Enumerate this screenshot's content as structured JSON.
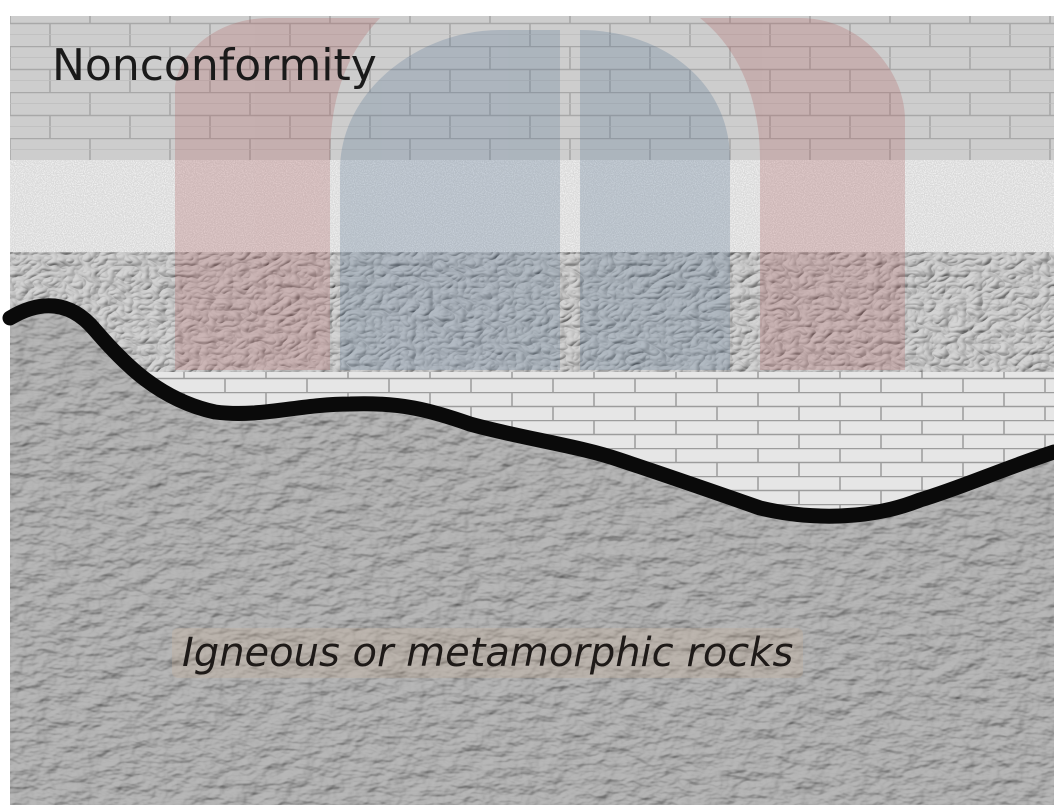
{
  "title": "Nonconformity",
  "labels": {
    "basement": "Igneous or metamorphic rocks"
  },
  "layers": [
    {
      "id": "upper-limestone",
      "pattern": "brick"
    },
    {
      "id": "sandstone",
      "pattern": "speckled"
    },
    {
      "id": "shale",
      "pattern": "crinkled"
    },
    {
      "id": "lower-limestone",
      "pattern": "brick"
    },
    {
      "id": "basement",
      "pattern": "textured"
    }
  ],
  "colors": {
    "limestone": "#cfcfcf",
    "mortar": "#a9a9a9",
    "sandstone": "#e2e2e2",
    "shale": "#bdbdbd",
    "basement": "#9f9f9f",
    "unconformity_line": "#0a0a0a",
    "watermark_red": "#b46464",
    "watermark_blue": "#5a7896"
  }
}
